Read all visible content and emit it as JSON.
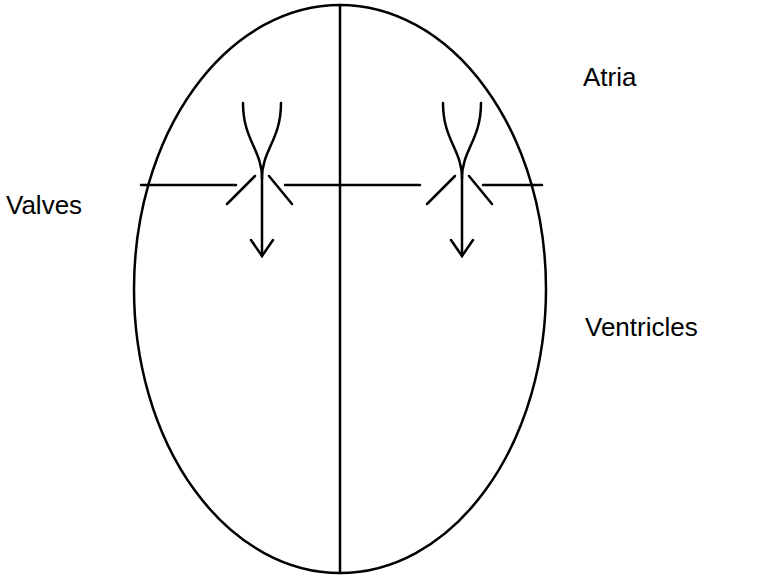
{
  "diagram": {
    "labels": [
      "Atria",
      "Valves",
      "Ventricles"
    ]
  }
}
